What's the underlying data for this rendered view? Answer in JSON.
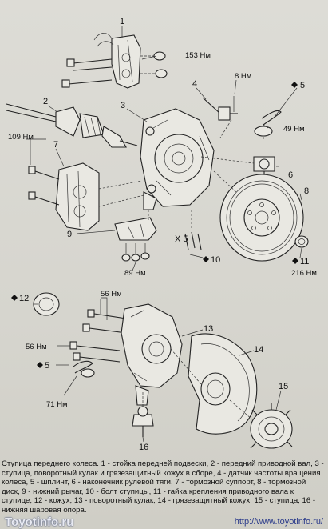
{
  "labels": {
    "l1": "1",
    "l2": "2",
    "l3": "3",
    "l4": "4",
    "l5a": "5",
    "l5b": "5",
    "l6": "6",
    "l7": "7",
    "l8": "8",
    "l9": "9",
    "l10": "10",
    "l11": "11",
    "l12": "12",
    "l13": "13",
    "l14": "14",
    "l15": "15",
    "l16": "16",
    "x5": "X 5"
  },
  "torques": {
    "t153": "153 Нм",
    "t8": "8 Нм",
    "t109": "109 Нм",
    "t49": "49 Нм",
    "t89": "89 Нм",
    "t216": "216 Нм",
    "t56a": "56 Нм",
    "t56b": "56 Нм",
    "t71": "71 Нм"
  },
  "caption": "Ступица переднего колеса. 1 - стойка передней подвески, 2 - передний приводной вал, 3 - ступица, поворотный кулак и грязезащитный кожух в сборе, 4 - датчик частоты вращения колеса, 5 - шплинт, 6 - наконечник рулевой тяги, 7 - тормозной суппорт, 8 - тормозной диск, 9 - нижний рычаг, 10 - болт ступицы, 11 - гайка крепления приводного вала к ступице, 12 - кожух, 13 - поворотный кулак, 14 - грязезащитный кожух, 15 - ступица, 16 - нижняя шаровая опора.",
  "footer": {
    "left": "Toyotinfo.ru",
    "right": "http://www.toyotinfo.ru/"
  }
}
